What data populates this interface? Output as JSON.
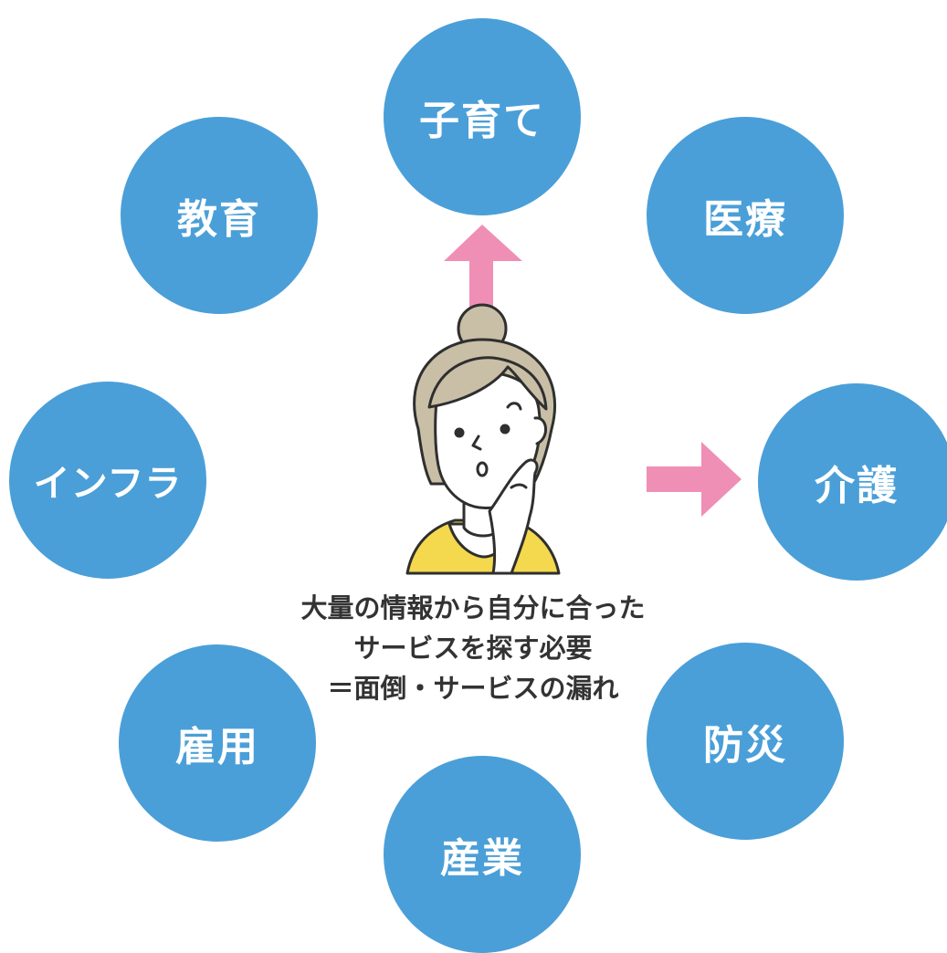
{
  "colors": {
    "circle": "#4a9fd8",
    "arrow": "#ef8fb5",
    "shirt": "#f4d84e",
    "hair": "#c9bfa6",
    "text": "#333333"
  },
  "categories": {
    "kosodate": "子育て",
    "iryo": "医療",
    "kaigo": "介護",
    "bosai": "防災",
    "sangyo": "産業",
    "koyo": "雇用",
    "infra": "インフラ",
    "kyoiku": "教育"
  },
  "caption": {
    "line1": "大量の情報から自分に合った",
    "line2": "サービスを探す必要",
    "line3": "＝面倒・サービスの漏れ"
  },
  "icons": {
    "up_arrow": "arrow-up-icon",
    "right_arrow": "arrow-right-icon",
    "person": "thinking-woman-icon"
  }
}
